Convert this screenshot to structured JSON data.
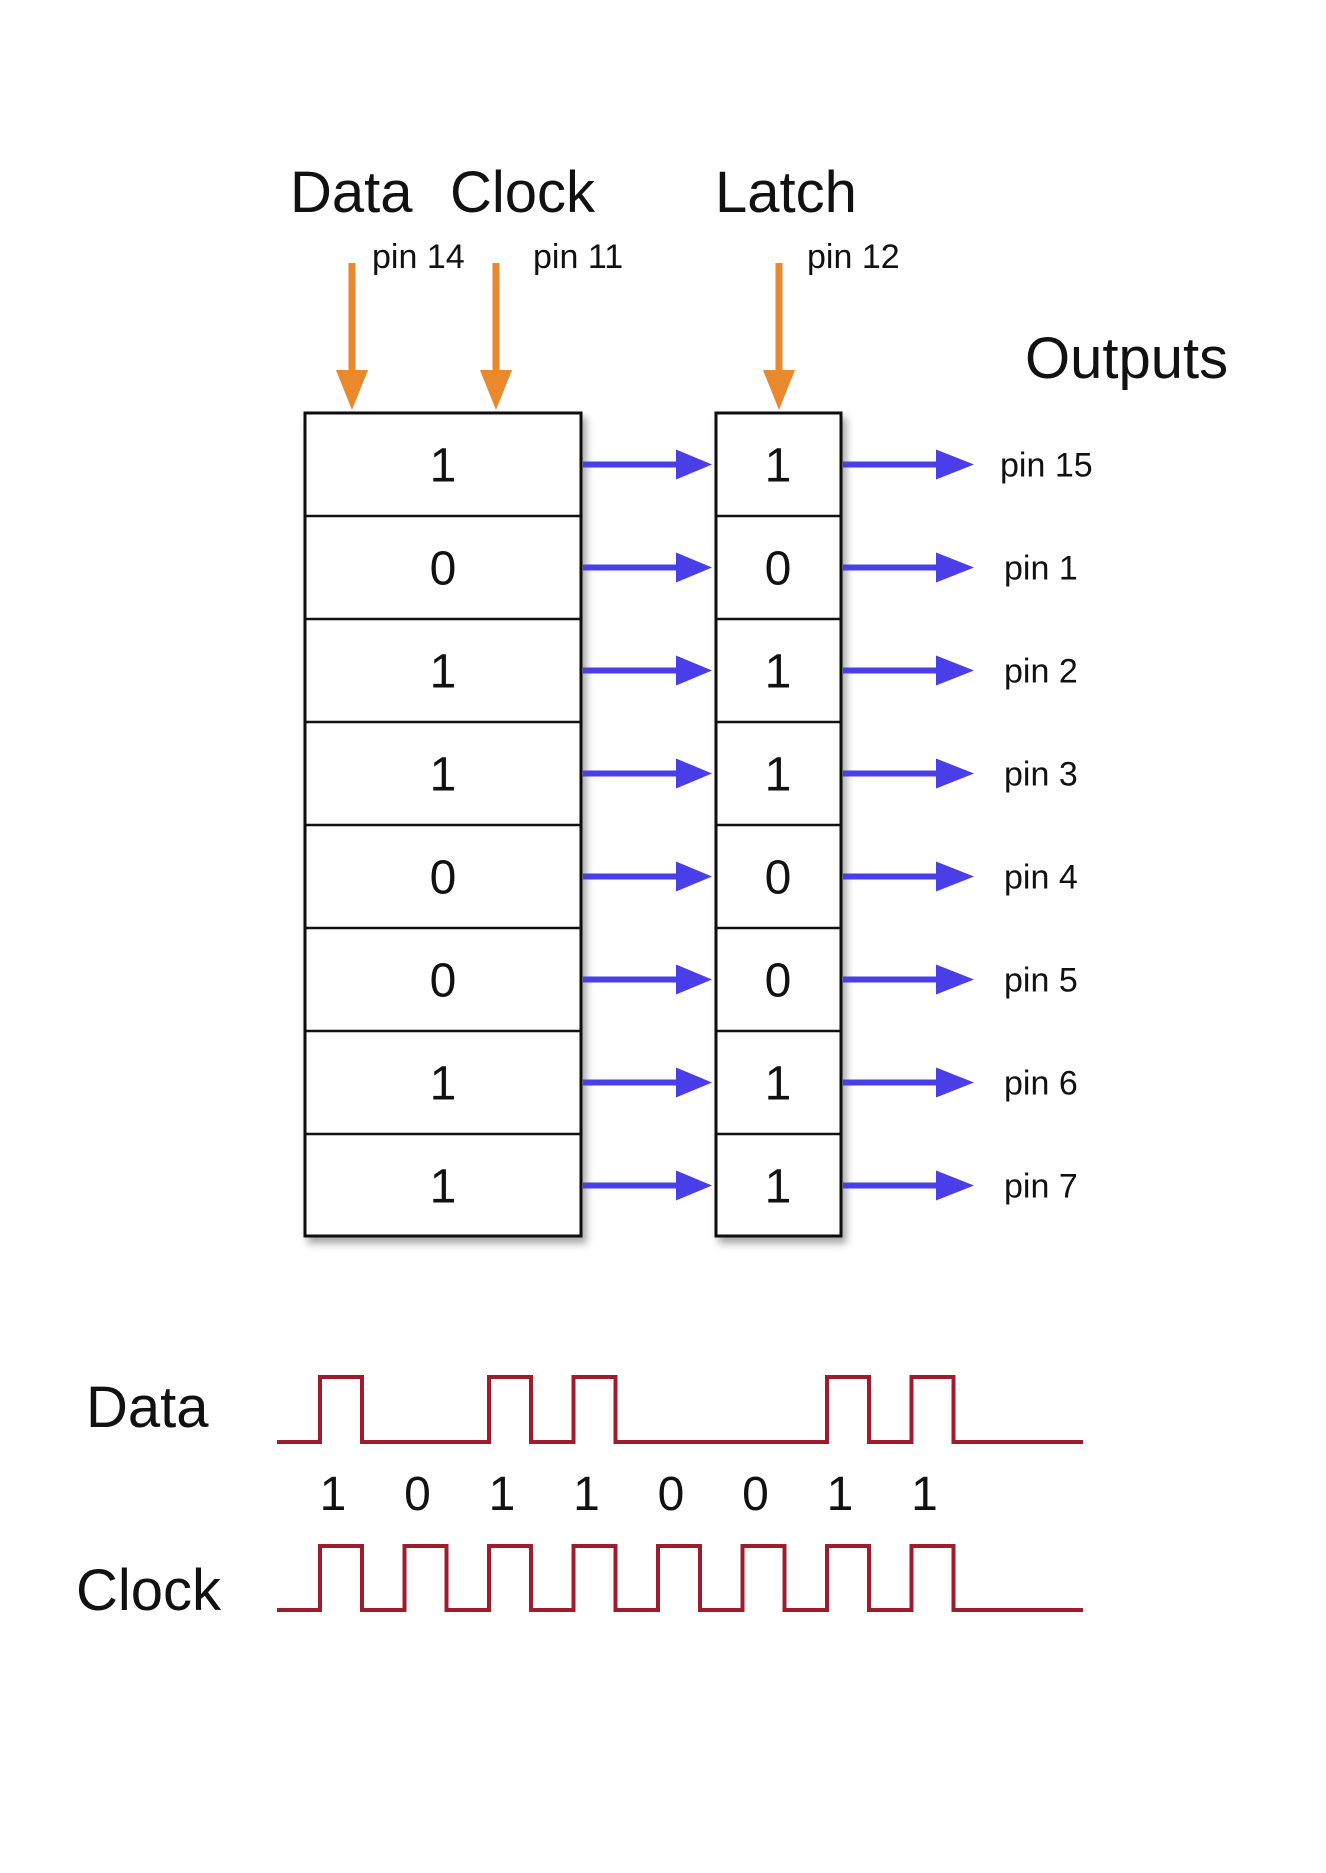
{
  "labels": {
    "data": "Data",
    "clock": "Clock",
    "latch": "Latch",
    "outputs": "Outputs"
  },
  "input_pins": {
    "data": "pin 14",
    "clock": "pin 11",
    "latch": "pin 12"
  },
  "shift_register": [
    "1",
    "0",
    "1",
    "1",
    "0",
    "0",
    "1",
    "1"
  ],
  "latch_register": [
    "1",
    "0",
    "1",
    "1",
    "0",
    "0",
    "1",
    "1"
  ],
  "output_pins": [
    "pin 15",
    "pin 1",
    "pin 2",
    "pin 3",
    "pin 4",
    "pin 5",
    "pin 6",
    "pin 7"
  ],
  "timing": {
    "data_label": "Data",
    "clock_label": "Clock",
    "bits": [
      "1",
      "0",
      "1",
      "1",
      "0",
      "0",
      "1",
      "1"
    ]
  },
  "colors": {
    "input_arrow": "#e8892e",
    "output_arrow": "#4a3ee8",
    "waveform": "#a01c2c",
    "cell_border": "#111111"
  }
}
